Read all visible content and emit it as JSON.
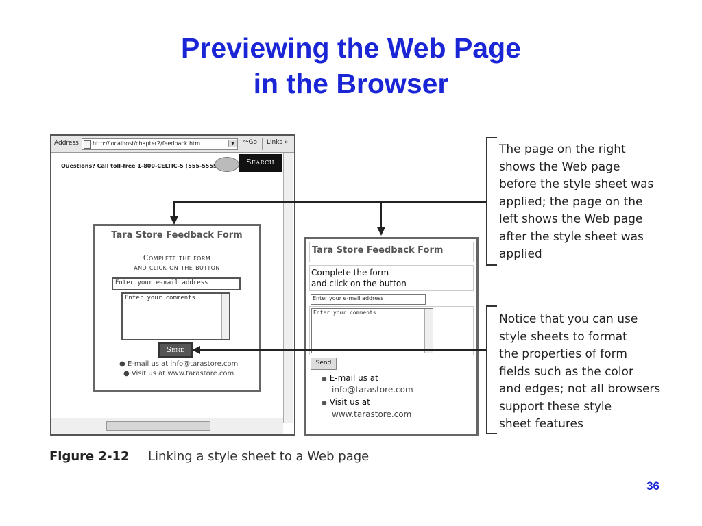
{
  "slide": {
    "title_line1": "Previewing the Web Page",
    "title_line2": "in the Browser",
    "page_number": "36"
  },
  "left_browser": {
    "address_label": "Address",
    "url": "http://localhost/chapter2/feedback.htm",
    "go_label": "Go",
    "links_label": "Links",
    "banner_text": "Questions? Call toll-free 1-800-CELTIC-5 (555-5555)",
    "search_label": "Search",
    "form_title": "Tara Store Feedback Form",
    "instructions_line1": "Complete the form",
    "instructions_line2": "and click on the button",
    "email_placeholder": "Enter your e-mail address",
    "comments_placeholder": "Enter your comments",
    "send_label": "Send",
    "email_link": "E-mail us at info@tarastore.com",
    "visit_link": "Visit us at www.tarastore.com"
  },
  "right_browser": {
    "form_title": "Tara Store Feedback Form",
    "instructions_line1": "Complete the form",
    "instructions_line2": "and click on the button",
    "email_placeholder": "Enter your e-mail address",
    "comments_placeholder": "Enter your comments",
    "send_label": "Send",
    "email_line1": "E-mail us at",
    "email_line2": "info@tarastore.com",
    "visit_line1": "Visit us at",
    "visit_line2": "www.tarastore.com"
  },
  "callouts": {
    "top": [
      "The page on the right",
      "shows the Web page",
      "before the style sheet was",
      "applied; the page on the",
      "left shows the Web page",
      "after the style sheet was",
      "applied"
    ],
    "bottom": [
      "Notice that you can use",
      "style sheets to format",
      "the properties of form",
      "fields such as the color",
      "and edges; not all browsers",
      "support these style",
      "sheet features"
    ]
  },
  "figure": {
    "label": "Figure 2-12",
    "caption": "Linking a style sheet to a Web page"
  },
  "icons": {
    "page": "page-icon",
    "dropdown": "dropdown-arrow-icon",
    "go": "go-arrow-icon",
    "links_more": "chevron-right-double-icon",
    "bullet": "bullet-icon"
  }
}
